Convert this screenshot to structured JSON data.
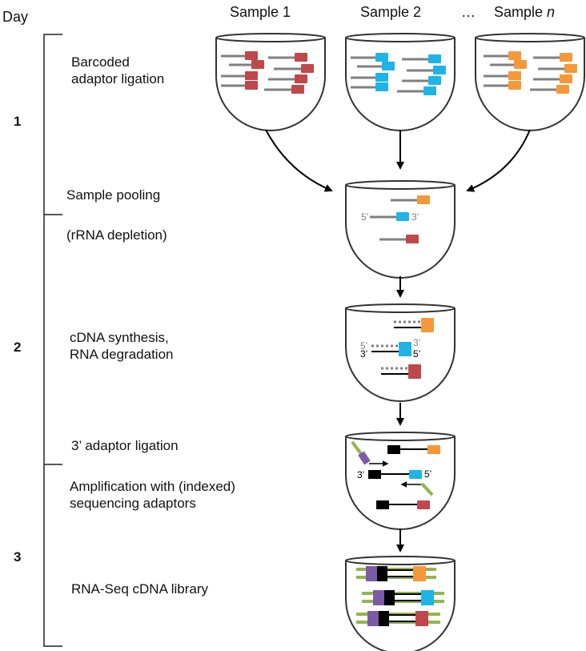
{
  "header": {
    "day_label": "Day",
    "sample_1": "Sample 1",
    "sample_2": "Sample 2",
    "ellipsis": "…",
    "sample_n_prefix": "Sample ",
    "sample_n_var": "n"
  },
  "days": [
    "1",
    "2",
    "3"
  ],
  "steps": {
    "barcoded": "Barcoded\nadaptor ligation",
    "pooling": "Sample pooling",
    "rrna": "(rRNA depletion)",
    "cdna": "cDNA synthesis,\nRNA degradation",
    "adaptor3": "3’ adaptor ligation",
    "amplification": "Amplification with (indexed)\nsequencing adaptors",
    "library": "RNA-Seq cDNA library"
  },
  "end_labels": {
    "five_prime": "5’",
    "three_prime": "3’"
  },
  "colors": {
    "sample_1": "#c0474a",
    "sample_2": "#1fb4e8",
    "sample_n": "#f5983a",
    "rna_strand": "#808080",
    "cdna_strand": "#000000",
    "adaptor_3prime": "#000000",
    "adaptor_5prime_purple": "#7b5aa6",
    "sequencing_adaptor_green": "#93b54c",
    "tube_outline": "#333333"
  }
}
